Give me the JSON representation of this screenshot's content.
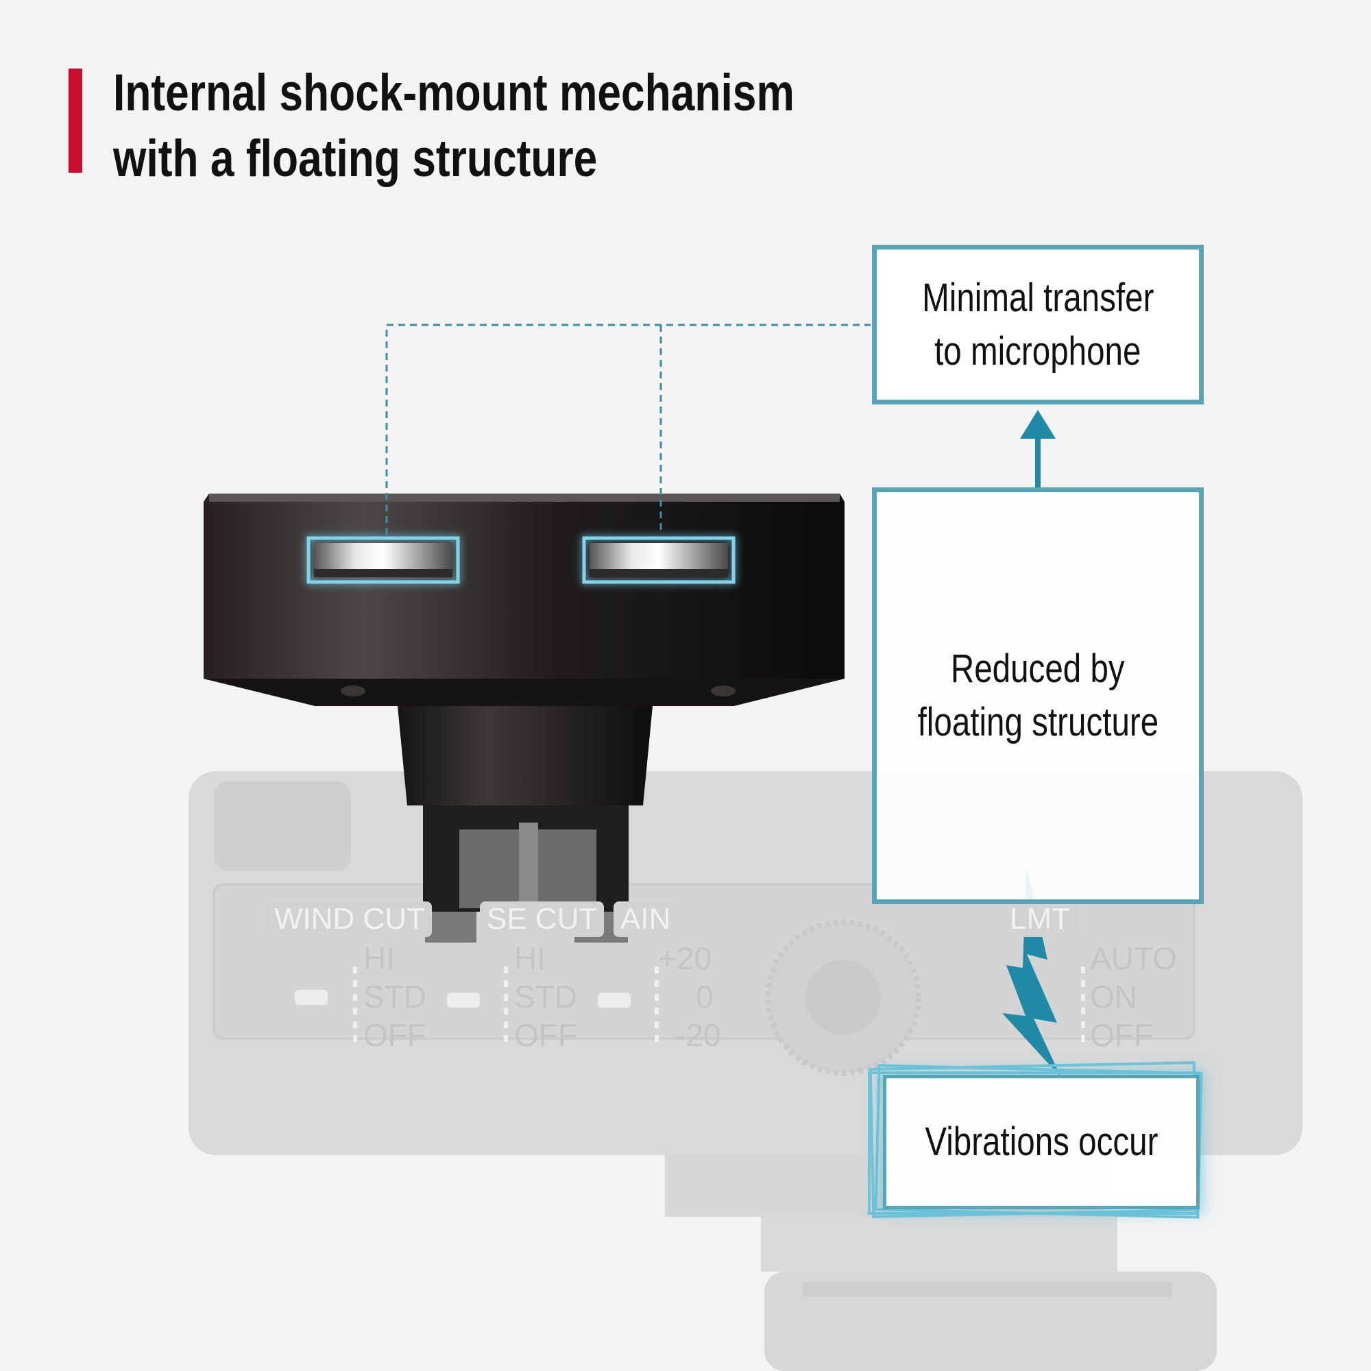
{
  "title": {
    "line1": "Internal shock-mount mechanism",
    "line2": "with a floating structure"
  },
  "boxes": {
    "top": {
      "line1": "Minimal transfer",
      "line2": "to microphone"
    },
    "middle": {
      "line1": "Reduced by",
      "line2": "floating structure"
    },
    "bottom": {
      "line1": "Vibrations occur"
    }
  },
  "panel": {
    "wind_cut_label": "WIND CUT",
    "noise_cut_label": "SE CUT",
    "gain_label": "AIN",
    "limit_label": "LMT",
    "wind_hi": "HI",
    "wind_std": "STD",
    "wind_off": "OFF",
    "noise_hi": "HI",
    "noise_std": "STD",
    "noise_off": "OFF",
    "gain_plus": "+20",
    "gain_zero": "0",
    "gain_minus": "-20",
    "limit_auto": "AUTO",
    "limit_on": "ON",
    "limit_off": "OFF"
  },
  "colors": {
    "accent_red": "#c8102e",
    "teal": "#5aa4b8",
    "arrow_teal": "#1f8aa6",
    "body_dark": "#1a1a1a"
  }
}
